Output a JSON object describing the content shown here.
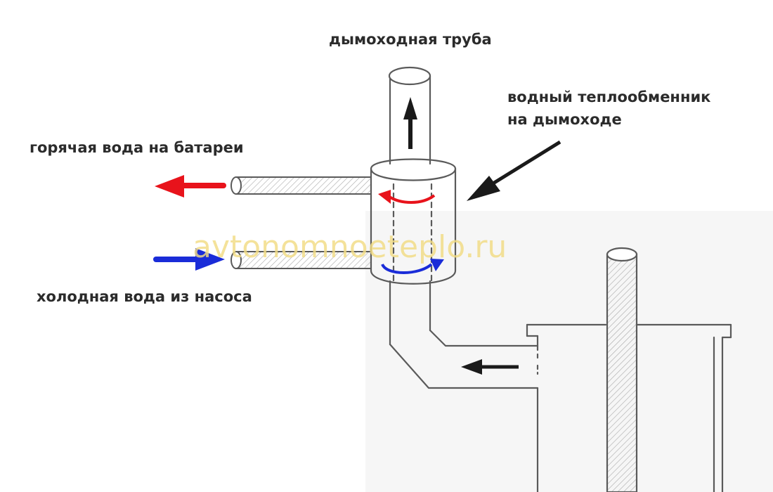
{
  "labels": {
    "chimney_pipe": "дымоходная труба",
    "heat_exchanger_line1": "водный теплообменник",
    "heat_exchanger_line2": "на дымоходе",
    "hot_water": "горячая вода на батареи",
    "cold_water": "холодная вода из насоса"
  },
  "watermark": "avtonomnoeteplo.ru",
  "colors": {
    "line": "#5a5a5a",
    "hatch": "#9a9a9a",
    "hot_arrow": "#e8131b",
    "cold_arrow": "#1a2cd8",
    "flow_arrow": "#1a1a1a",
    "label": "#2b2b2b",
    "watermark": "#f2dc84"
  }
}
